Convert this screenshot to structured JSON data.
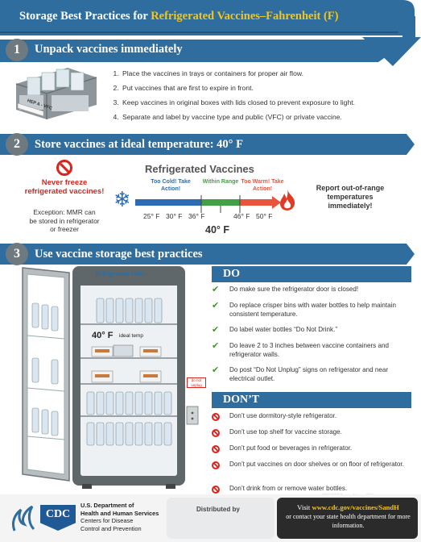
{
  "header": {
    "title_prefix": "Storage Best Practices for ",
    "title_highlight": "Refrigerated Vaccines–Fahrenheit (F)"
  },
  "section1": {
    "number": "1",
    "title": "Unpack vaccines immediately",
    "box_label": "HEP A - VFC",
    "steps": [
      "Place the vaccines in trays or containers for proper air flow.",
      "Put vaccines that are first to expire in front.",
      "Keep vaccines in original boxes with lids closed to prevent exposure to light.",
      "Separate and label by vaccine type and public (VFC) or private vaccine."
    ]
  },
  "section2": {
    "number": "2",
    "title": "Store vaccines at ideal temperature: 40° F",
    "never_freeze": "Never freeze refrigerated vaccines!",
    "exception": "Exception: MMR can be stored in refrigerator or freezer",
    "scale_title": "Refrigerated Vaccines",
    "too_cold": "Too Cold! Take Action!",
    "within_range": "Within Range",
    "too_warm": "Too Warm! Take Action!",
    "ticks": [
      "25° F",
      "30° F",
      "36° F",
      "46° F",
      "50° F"
    ],
    "ideal": "40° F",
    "report": "Report out-of-range temperatures immediately!",
    "colors": {
      "cold": "#2d6cb5",
      "range": "#43a047",
      "warm": "#e8553d"
    }
  },
  "section3": {
    "number": "3",
    "title": "Use vaccine storage best practices",
    "fridge_label": "Refrigerator Only",
    "temp_big": "40° F",
    "temp_small": "ideal temp",
    "plug_label": "do not unplug",
    "do_title": "DO",
    "do_items": [
      "Do make sure the refrigerator door is closed!",
      "Do replace crisper bins with water bottles to help maintain consistent temperature.",
      "Do label water bottles “Do Not Drink.”",
      "Do leave 2 to 3 inches between vaccine containers and refrigerator walls.",
      "Do post “Do Not Unplug” signs on refrigerator and near electrical outlet."
    ],
    "dont_title": "DON’T",
    "dont_items": [
      "Don’t use dormitory-style refrigerator.",
      "Don’t use top shelf for vaccine storage.",
      "Don’t put food or beverages in refrigerator.",
      "Don’t put vaccines on door shelves or on floor of refrigerator.",
      "Don’t drink from or remove water bottles."
    ]
  },
  "footer": {
    "cdc": "CDC",
    "dept_line1": "U.S. Department of",
    "dept_line2": "Health and Human Services",
    "dept_line3": "Centers for Disease",
    "dept_line4": "Control and Prevention",
    "distributed_by": "Distributed by",
    "visit_prefix": "Visit ",
    "visit_url": "www.cdc.gov/vaccines/SandH",
    "visit_rest": "or contact your state health department for more information.",
    "code": "CS294397-D Revision February 2018"
  }
}
